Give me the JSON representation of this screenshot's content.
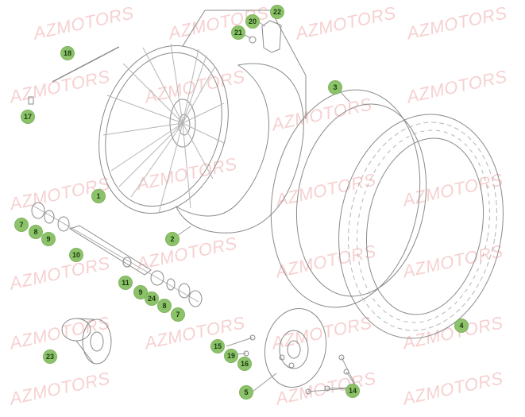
{
  "watermark": "AZMOTORS",
  "colors": {
    "callout": "#8cc26a",
    "watermark": "#e87878",
    "lines": "#8a8a8a"
  },
  "callouts": [
    {
      "id": "p1",
      "label": "1"
    },
    {
      "id": "p2",
      "label": "2"
    },
    {
      "id": "p3",
      "label": "3"
    },
    {
      "id": "p4",
      "label": "4"
    },
    {
      "id": "p5",
      "label": "5"
    },
    {
      "id": "p7a",
      "label": "7"
    },
    {
      "id": "p7b",
      "label": "7"
    },
    {
      "id": "p8a",
      "label": "8"
    },
    {
      "id": "p8b",
      "label": "8"
    },
    {
      "id": "p9a",
      "label": "9"
    },
    {
      "id": "p9b",
      "label": "9"
    },
    {
      "id": "p10",
      "label": "10"
    },
    {
      "id": "p11",
      "label": "11"
    },
    {
      "id": "p14",
      "label": "14"
    },
    {
      "id": "p15",
      "label": "15"
    },
    {
      "id": "p16",
      "label": "16"
    },
    {
      "id": "p17",
      "label": "17"
    },
    {
      "id": "p18",
      "label": "18"
    },
    {
      "id": "p19",
      "label": "19"
    },
    {
      "id": "p20",
      "label": "20"
    },
    {
      "id": "p21",
      "label": "21"
    },
    {
      "id": "p22",
      "label": "22"
    },
    {
      "id": "p23",
      "label": "23"
    },
    {
      "id": "p24",
      "label": "24"
    }
  ]
}
